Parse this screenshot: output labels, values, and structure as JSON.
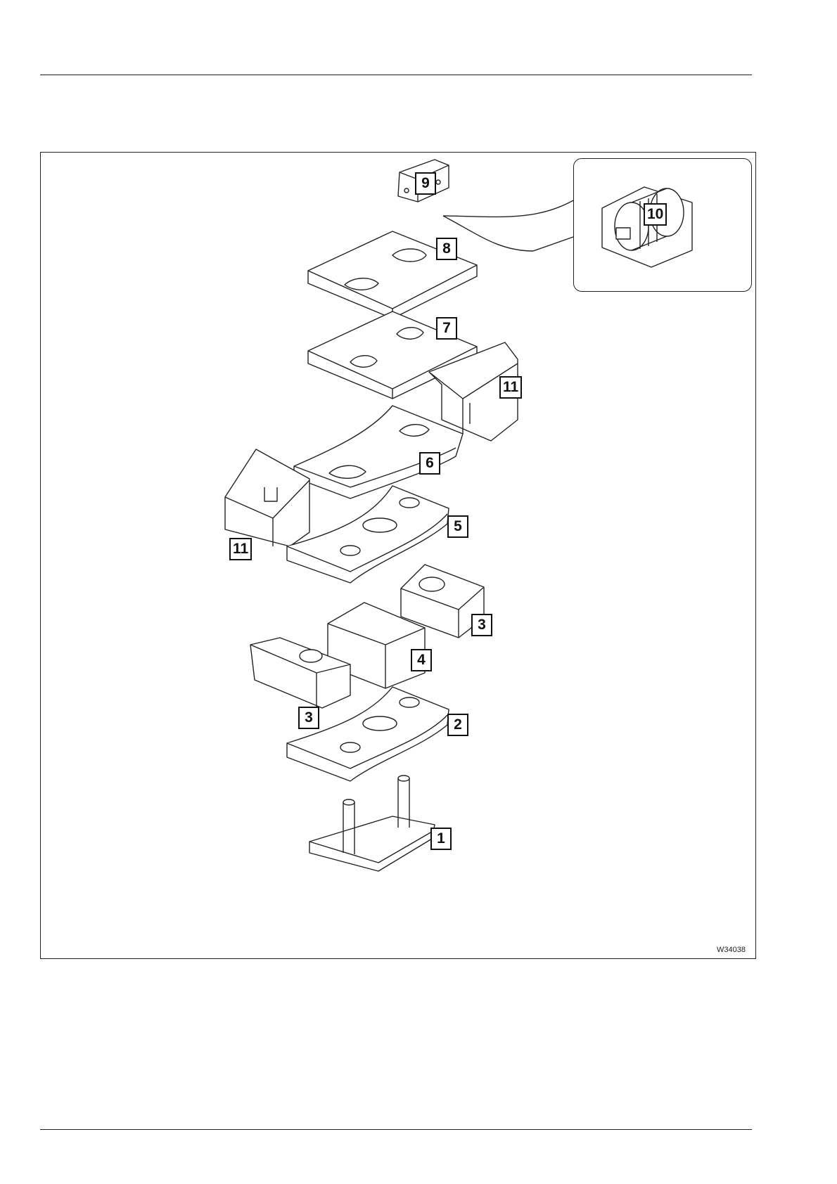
{
  "figure": {
    "code": "W34038",
    "callouts": [
      {
        "key": "c9",
        "label": "9"
      },
      {
        "key": "c10",
        "label": "10"
      },
      {
        "key": "c8",
        "label": "8"
      },
      {
        "key": "c7",
        "label": "7"
      },
      {
        "key": "c11a",
        "label": "11"
      },
      {
        "key": "c6",
        "label": "6"
      },
      {
        "key": "c5",
        "label": "5"
      },
      {
        "key": "c11b",
        "label": "11"
      },
      {
        "key": "c3a",
        "label": "3"
      },
      {
        "key": "c4",
        "label": "4"
      },
      {
        "key": "c3b",
        "label": "3"
      },
      {
        "key": "c2",
        "label": "2"
      },
      {
        "key": "c1",
        "label": "1"
      }
    ]
  }
}
